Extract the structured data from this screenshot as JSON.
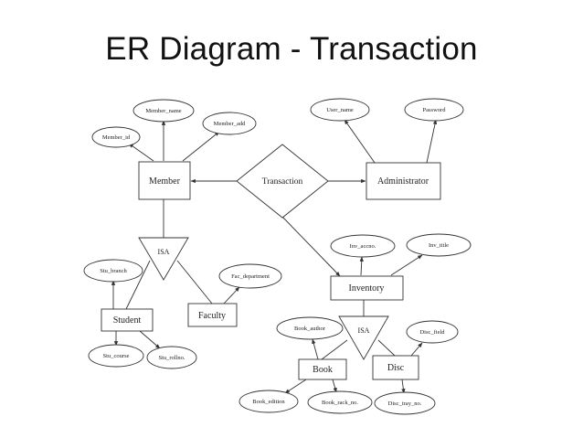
{
  "title": "ER Diagram - Transaction",
  "entities": {
    "member": "Member",
    "administrator": "Administrator",
    "inventory": "Inventory",
    "student": "Student",
    "faculty": "Faculty",
    "book": "Book",
    "disc": "Disc"
  },
  "relationships": {
    "transaction": "Transaction"
  },
  "isa": {
    "member_isa": "ISA",
    "inventory_isa": "ISA"
  },
  "attributes": {
    "member_name": "Member_name",
    "member_id": "Member_id",
    "member_add": "Member_add",
    "user_name": "User_name",
    "password": "Password",
    "inv_accno": "Inv_accno.",
    "inv_title": "Inv_title",
    "stu_branch": "Stu_branch",
    "stu_course": "Stu_course",
    "stu_rollno": "Stu_rollno.",
    "fac_department": "Fac_department",
    "book_author": "Book_author",
    "disc_field": "Disc_field",
    "book_edition": "Book_edition",
    "book_rack_no": "Book_rack_no.",
    "disc_tray_no": "Disc_tray_no."
  }
}
